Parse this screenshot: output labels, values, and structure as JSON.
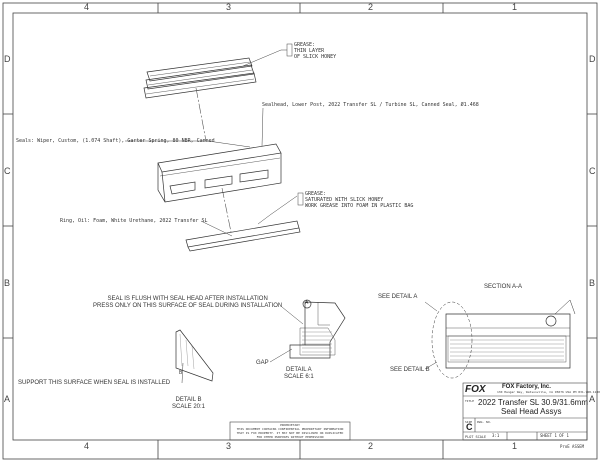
{
  "border": {
    "columns": [
      "4",
      "3",
      "2",
      "1"
    ],
    "rows": [
      "D",
      "C",
      "B",
      "A"
    ]
  },
  "callouts": {
    "grease_top": [
      "GREASE:",
      "THIN LAYER",
      "OF SLICK HONEY"
    ],
    "sealhead": "Sealhead, Lower Post, 2022 Transfer SL / Turbine SL, Canned Seal, Ø1.468",
    "seals": "Seals: Wiper, Custom, (1.074 Shaft), Garter Spring, 80 NBR, Canned",
    "grease_mid": [
      "GREASE:",
      "SATURATED WITH SLICK HONEY",
      "WORK GREASE INTO FOAM IN PLASTIC BAG"
    ],
    "ring": "Ring, Oil: Foam, White Urethane, 2022 Transfer SL",
    "seal_flush": [
      "SEAL IS FLUSH WITH SEAL HEAD AFTER INSTALLATION",
      "PRESS ONLY ON THIS SURFACE OF SEAL DURING INSTALLATION"
    ],
    "support": "SUPPORT THIS SURFACE WHEN SEAL IS INSTALLED",
    "gap": "GAP",
    "see_detail_a": "SEE DETAIL A",
    "see_detail_b": "SEE DETAIL B",
    "section_aa": "SECTION A-A",
    "detail_a": [
      "DETAIL A",
      "SCALE 6:1"
    ],
    "detail_b": [
      "DETAIL B",
      "SCALE 20:1"
    ],
    "marker_a": "A",
    "marker_b": "B"
  },
  "proprietary": [
    "PROPRIETARY",
    "THIS DOCUMENT CONTAINS CONFIDENTIAL PROPRIETARY INFORMATION",
    "THAT IS FOX PROPERTY. IT MAY NOT BE DISCLOSED OR DUPLICATED",
    "FOR OTHER PURPOSES WITHOUT PERMISSION"
  ],
  "title_block": {
    "logo": "FOX",
    "company": "FOX Factory, Inc.",
    "address": [
      "130 Hangar Way, Watsonville, CA 95076 USA",
      "PH 831-768-1100"
    ],
    "title_label": "TITLE",
    "title_line1": "2022 Transfer SL 30.9/31.6mm",
    "title_line2": "Seal Head Assys",
    "size_label": "SIZE",
    "dwg_label": "DWG. NO.",
    "size": "C",
    "scale_label": "PLOT SCALE",
    "scale": "3:1",
    "sheet": "SHEET 1 OF 1",
    "file_code": "ProE ASSEM"
  }
}
